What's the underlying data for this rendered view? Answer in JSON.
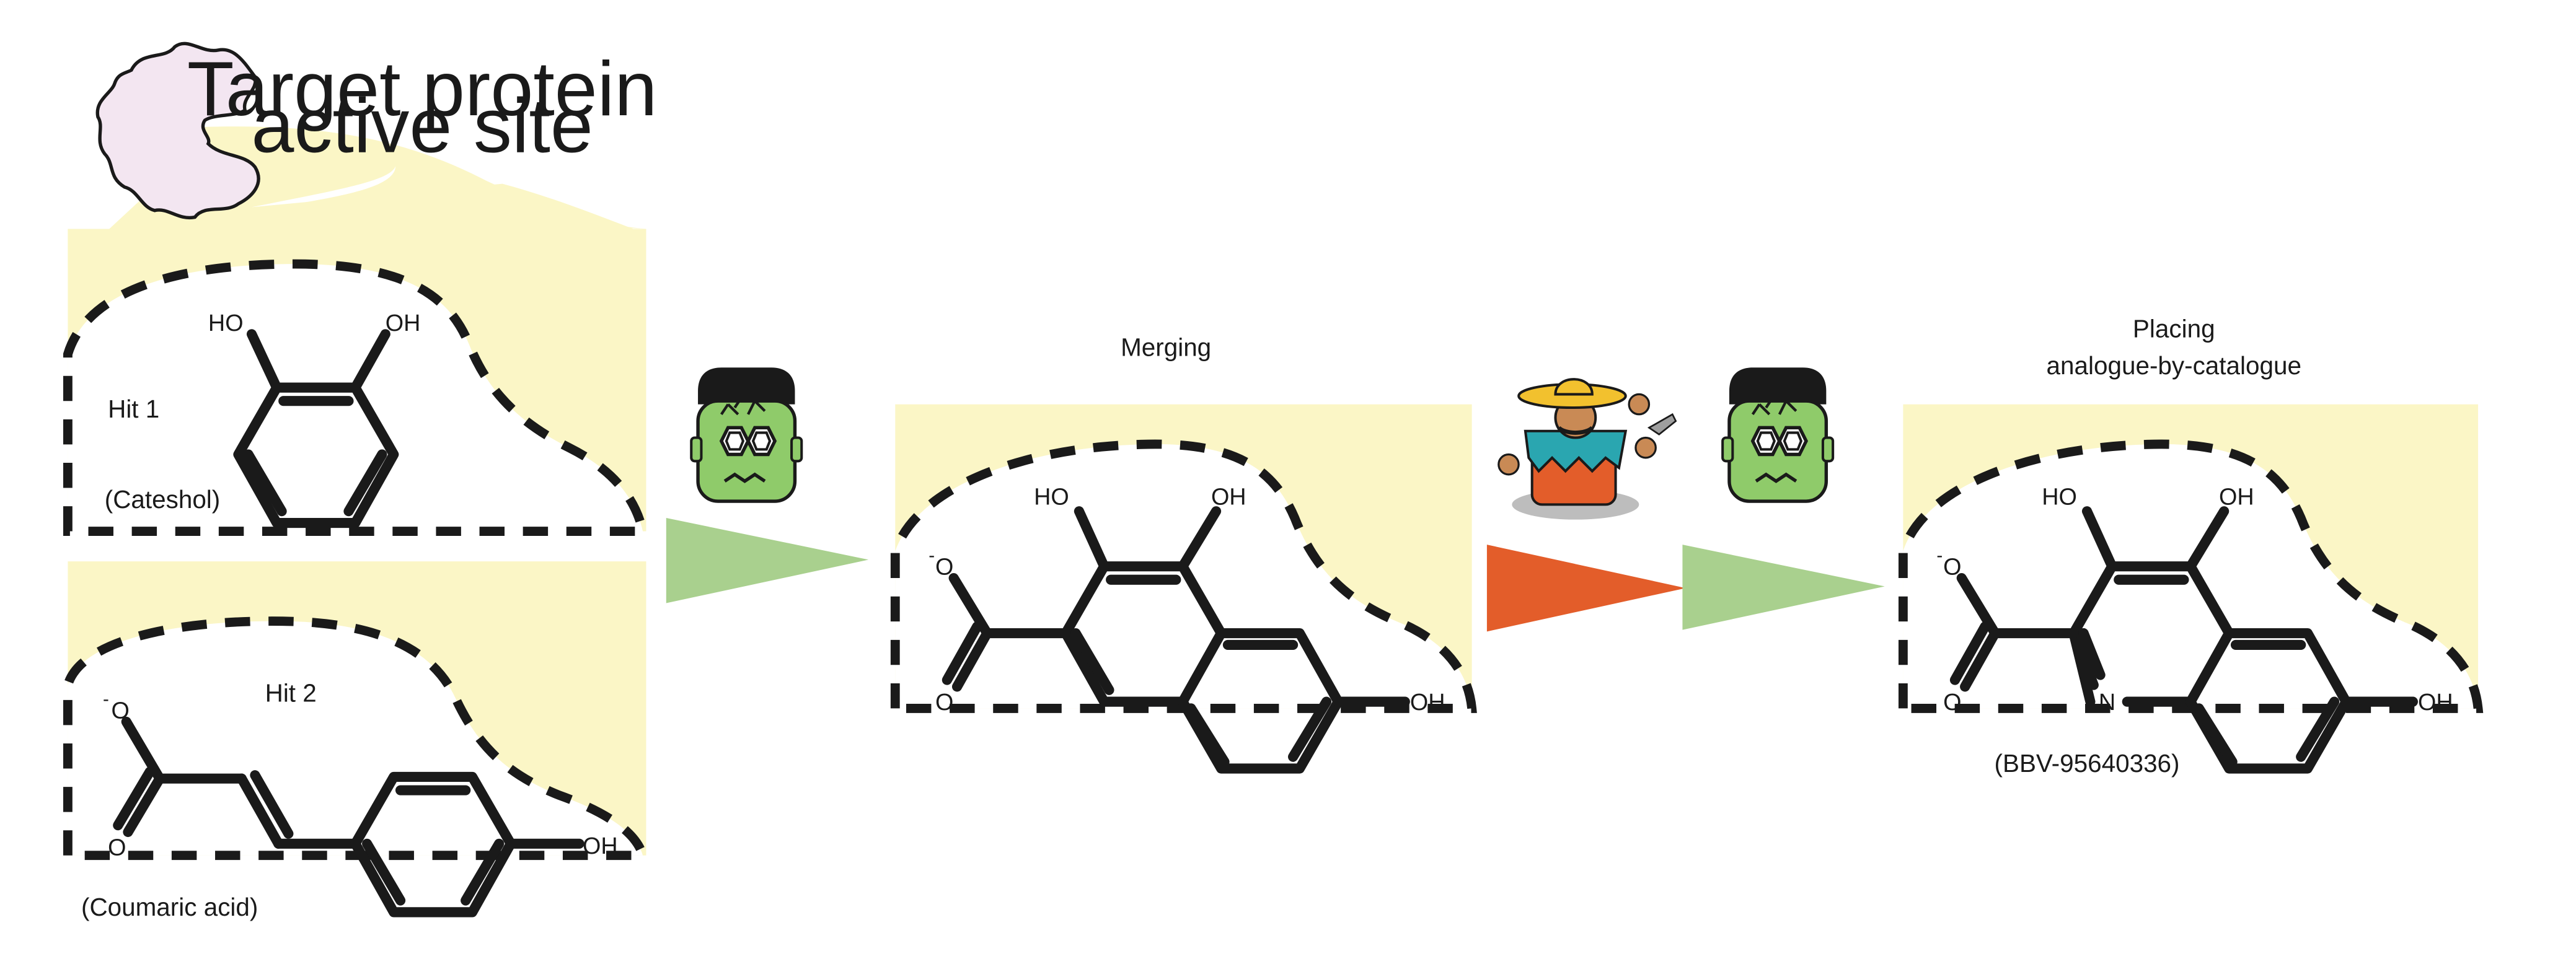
{
  "protein": {
    "label_line1": "Target protein",
    "label_line2": "active site"
  },
  "hit1": {
    "label": "Hit 1",
    "name": "(Cateshol)",
    "oh_left": "HO",
    "oh_right": "OH"
  },
  "hit2": {
    "label": "Hit 2",
    "name": "(Coumaric acid)",
    "o_minus": "O",
    "charge": "-",
    "o_double": "O",
    "oh": "OH"
  },
  "merging": {
    "title": "Merging",
    "oh_left": "HO",
    "oh_right": "OH",
    "oh_ring": "OH",
    "o_minus": "O",
    "charge": "-",
    "o_double": "O"
  },
  "placing": {
    "title_line1": "Placing",
    "title_line2": "analogue-by-catalogue",
    "oh_left": "HO",
    "oh_right": "OH",
    "oh_ring": "OH",
    "o_minus": "O",
    "charge": "-",
    "o_double": "O",
    "nitrogen": "N",
    "catalogue_id": "(BBV-95640336)"
  },
  "icons": {
    "frankenstein": "frankenstein-icon",
    "fragmenstein_second": "frankenstein-icon",
    "bandit": "bandit-icon",
    "protein_blob": "protein-blob-icon"
  },
  "colors": {
    "pocket": "#fbf6c6",
    "green_arrow": "#a9d08e",
    "orange_arrow": "#e35d2a",
    "monster_skin": "#8fcb6a",
    "protein_fill": "#f3e6f1"
  }
}
